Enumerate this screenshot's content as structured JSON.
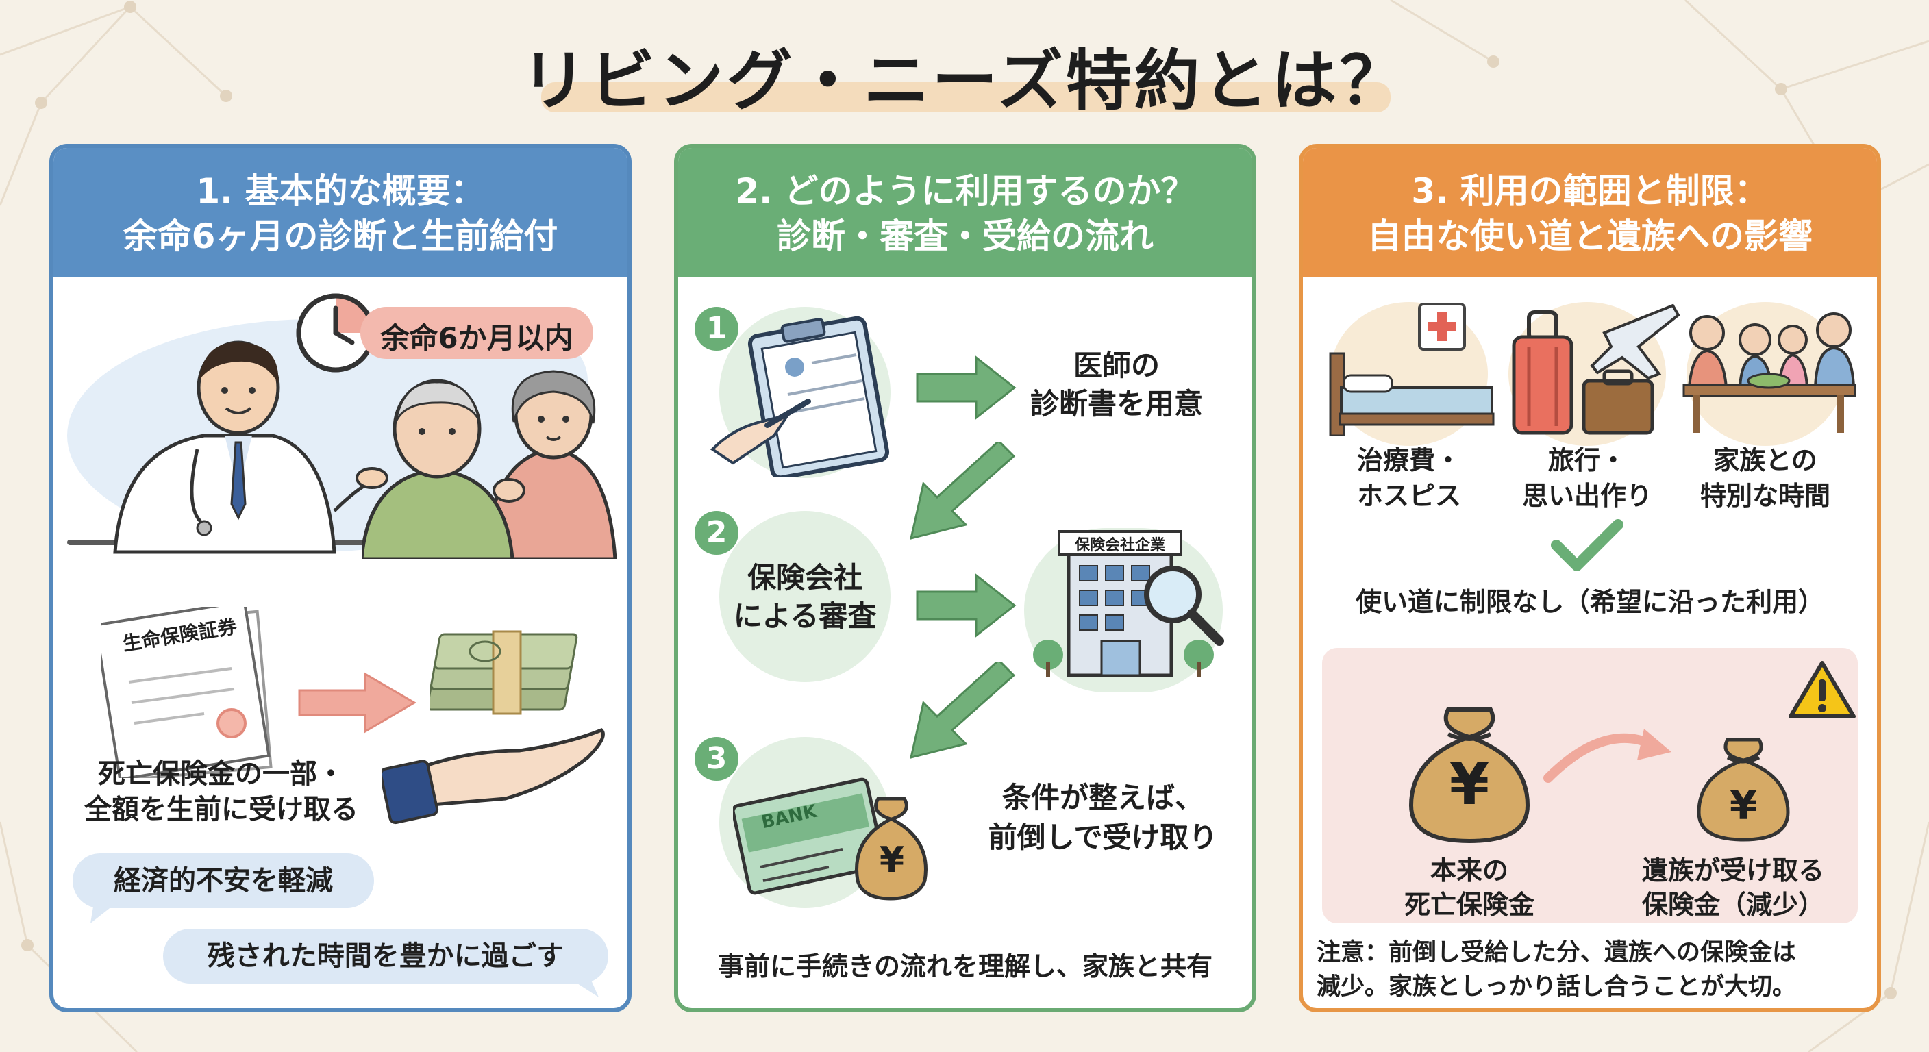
{
  "title": "リビング・ニーズ特約とは？",
  "colors": {
    "blue": "#5a8fc4",
    "green": "#6aae76",
    "orange": "#ea9447",
    "background": "#f6f1e7",
    "warning_bg": "#f8e5e2"
  },
  "panels": [
    {
      "heading_line1": "1. 基本的な概要：",
      "heading_line2": "余命6ヶ月の診断と生前給付",
      "time_badge": "余命6か月以内",
      "certificate_label": "生命保険証券",
      "payout_text_line1": "死亡保険金の一部・",
      "payout_text_line2": "全額を生前に受け取る",
      "benefit_1": "経済的不安を軽減",
      "benefit_2": "残された時間を豊かに過ごす",
      "icons": [
        "clock-icon",
        "doctor-icon",
        "elderly-couple-icon",
        "document-icon",
        "cash-stack-icon",
        "hand-icon"
      ]
    },
    {
      "heading_line1": "2. どのように利用するのか？",
      "heading_line2": "診断・審査・受給の流れ",
      "steps": [
        {
          "number": "1",
          "text_line1": "医師の",
          "text_line2": "診断書を用意"
        },
        {
          "number": "2",
          "text_line1": "保険会社",
          "text_line2": "による審査"
        },
        {
          "number": "3",
          "text_line1": "条件が整えば、",
          "text_line2": "前倒しで受け取り"
        }
      ],
      "building_sign": "保険会社企業",
      "bank_label": "BANK",
      "yen_symbol": "¥",
      "footer": "事前に手続きの流れを理解し、家族と共有"
    },
    {
      "heading_line1": "3. 利用の範囲と制限：",
      "heading_line2": "自由な使い道と遺族への影響",
      "uses": [
        {
          "line1": "治療費・",
          "line2": "ホスピス",
          "icon": "hospital-bed-icon"
        },
        {
          "line1": "旅行・",
          "line2": "思い出作り",
          "icon": "travel-icon"
        },
        {
          "line1": "家族との",
          "line2": "特別な時間",
          "icon": "family-meal-icon"
        }
      ],
      "no_limit": "使い道に制限なし（希望に沿った利用）",
      "yen_symbol": "¥",
      "original_line1": "本来の",
      "original_line2": "死亡保険金",
      "reduced_line1": "遺族が受け取る",
      "reduced_line2": "保険金（減少）",
      "note_line1": "注意：前倒し受給した分、遺族への保険金は",
      "note_line2": "減少。家族としっかり話し合うことが大切。"
    }
  ]
}
